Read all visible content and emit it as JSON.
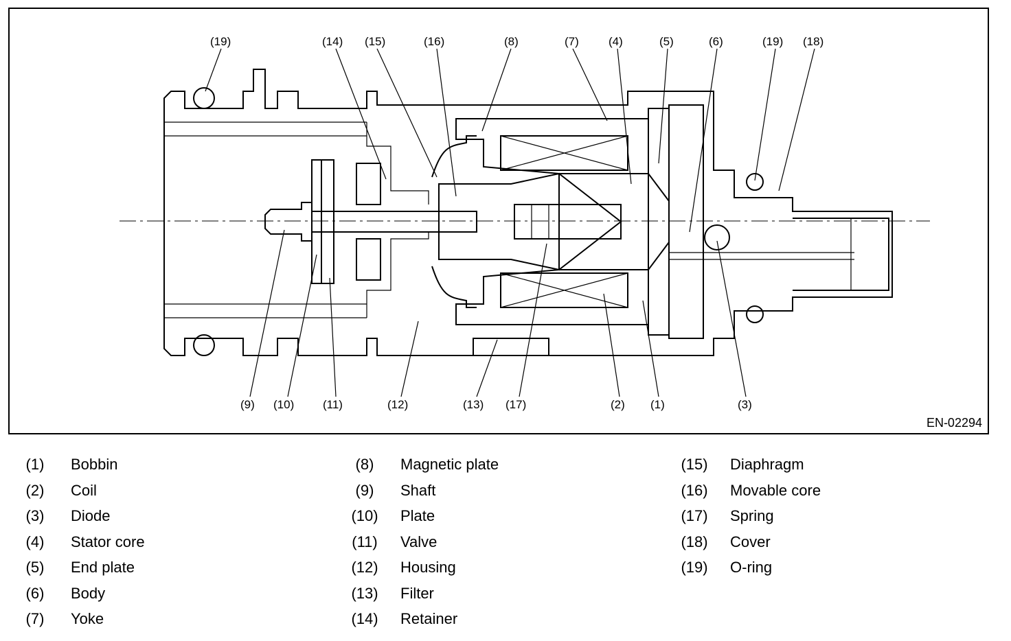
{
  "figure_id": "EN-02294",
  "callouts_top": [
    "(19)",
    "(14)",
    "(15)",
    "(16)",
    "(8)",
    "(7)",
    "(4)",
    "(5)",
    "(6)",
    "(19)",
    "(18)"
  ],
  "callouts_bottom": [
    "(9)",
    "(10)",
    "(11)",
    "(12)",
    "(13)",
    "(17)",
    "(2)",
    "(1)",
    "(3)"
  ],
  "legend": [
    [
      {
        "num": "(1)",
        "name": "Bobbin"
      },
      {
        "num": "(2)",
        "name": "Coil"
      },
      {
        "num": "(3)",
        "name": "Diode"
      },
      {
        "num": "(4)",
        "name": "Stator core"
      },
      {
        "num": "(5)",
        "name": "End plate"
      },
      {
        "num": "(6)",
        "name": "Body"
      },
      {
        "num": "(7)",
        "name": "Yoke"
      }
    ],
    [
      {
        "num": "(8)",
        "name": "Magnetic plate"
      },
      {
        "num": "(9)",
        "name": "Shaft"
      },
      {
        "num": "(10)",
        "name": "Plate"
      },
      {
        "num": "(11)",
        "name": "Valve"
      },
      {
        "num": "(12)",
        "name": "Housing"
      },
      {
        "num": "(13)",
        "name": "Filter"
      },
      {
        "num": "(14)",
        "name": "Retainer"
      }
    ],
    [
      {
        "num": "(15)",
        "name": "Diaphragm"
      },
      {
        "num": "(16)",
        "name": "Movable core"
      },
      {
        "num": "(17)",
        "name": "Spring"
      },
      {
        "num": "(18)",
        "name": "Cover"
      },
      {
        "num": "(19)",
        "name": "O-ring"
      }
    ]
  ]
}
